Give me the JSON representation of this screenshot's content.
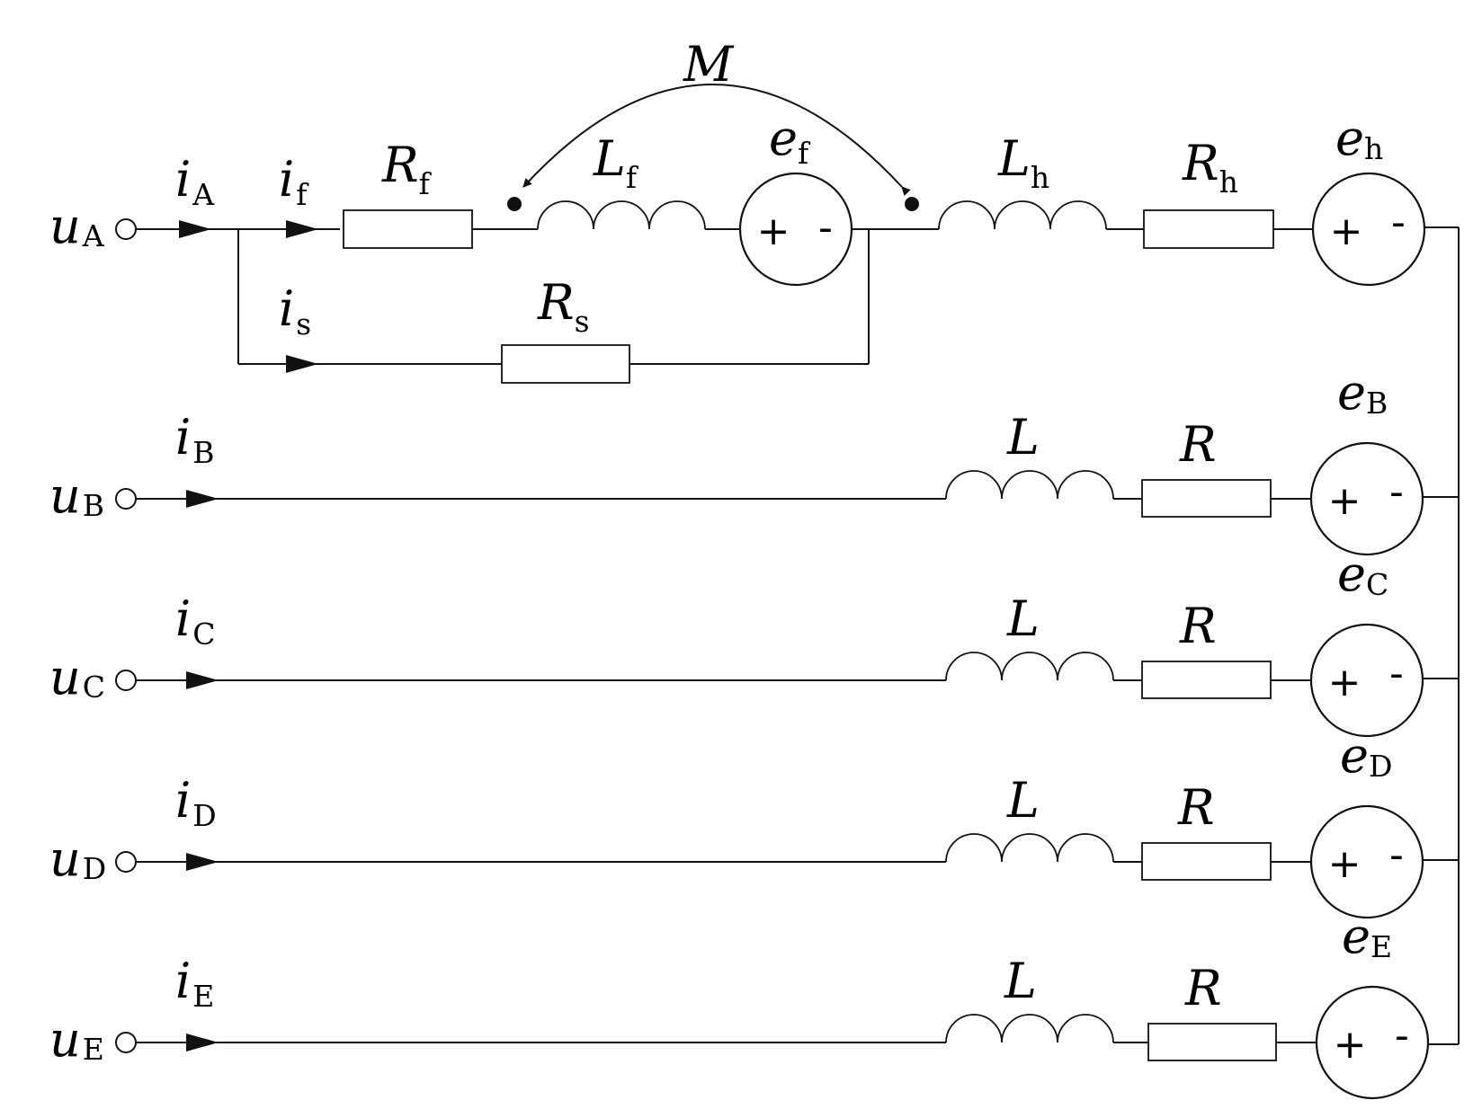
{
  "labels": {
    "M": "M",
    "uA": {
      "base": "u",
      "sub": "A"
    },
    "iA": {
      "base": "i",
      "sub": "A"
    },
    "if": {
      "base": "i",
      "sub": "f"
    },
    "is": {
      "base": "i",
      "sub": "s"
    },
    "Rf": {
      "base": "R",
      "sub": "f"
    },
    "Lf": {
      "base": "L",
      "sub": "f"
    },
    "ef": {
      "base": "e",
      "sub": "f"
    },
    "Rs": {
      "base": "R",
      "sub": "s"
    },
    "Lh": {
      "base": "L",
      "sub": "h"
    },
    "Rh": {
      "base": "R",
      "sub": "h"
    },
    "eh": {
      "base": "e",
      "sub": "h"
    },
    "uB": {
      "base": "u",
      "sub": "B"
    },
    "iB": {
      "base": "i",
      "sub": "B"
    },
    "eB": {
      "base": "e",
      "sub": "B"
    },
    "uC": {
      "base": "u",
      "sub": "C"
    },
    "iC": {
      "base": "i",
      "sub": "C"
    },
    "eC": {
      "base": "e",
      "sub": "C"
    },
    "uD": {
      "base": "u",
      "sub": "D"
    },
    "iD": {
      "base": "i",
      "sub": "D"
    },
    "eD": {
      "base": "e",
      "sub": "D"
    },
    "uE": {
      "base": "u",
      "sub": "E"
    },
    "iE": {
      "base": "i",
      "sub": "E"
    },
    "eE": {
      "base": "e",
      "sub": "E"
    },
    "L": "L",
    "R": "R",
    "plus": "+",
    "minus": "-"
  }
}
